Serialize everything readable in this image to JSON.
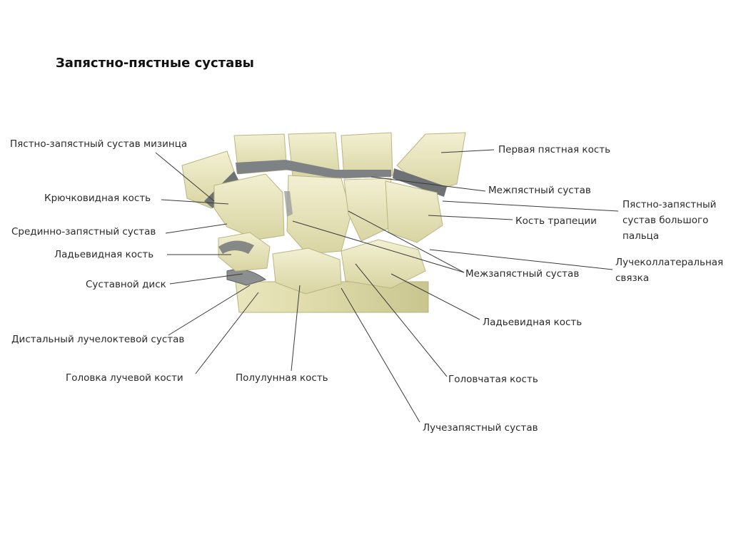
{
  "title": "Запястно-пястные суставы",
  "colors": {
    "bone_fill": "#e6e3b6",
    "bone_dark": "#c9c591",
    "cartilage": "#7f8284",
    "leader_line": "#3a3a3a"
  },
  "labels": {
    "pyastno_zapyastny_mizinca": "Пястно-запястный сустав мизинца",
    "kryuchkovidnaya": "Крючковидная кость",
    "sredinno_zapyastny": "Срединно-запястный сустав",
    "ladevidnaya_left": "Ладьевидная кость",
    "sustavnoy_disk": "Суставной диск",
    "distalny_luchelokt": "Дистальный лучелоктевой сустав",
    "golovka_luchevoy": "Головка лучевой кости",
    "polulunnaya": "Полулунная кость",
    "luchezapyastny": "Лучезапястный сустав",
    "golovchataya": "Головчатая кость",
    "ladevidnaya_right": "Ладьевидная кость",
    "mezhzapyastny": "Межзапястный сустав",
    "luchekollateralnaya_1": "Лучеколлатеральная",
    "luchekollateralnaya_2": "связка",
    "kost_trapecii": "Кость трапеции",
    "pyastno_zapyastny_bolshogo_1": "Пястно-запястный",
    "pyastno_zapyastny_bolshogo_2": "сустав большого",
    "pyastno_zapyastny_bolshogo_3": "пальца",
    "mezhpyastny": "Межпястный сустав",
    "pervaya_pyastnaya": "Первая пястная кость"
  }
}
